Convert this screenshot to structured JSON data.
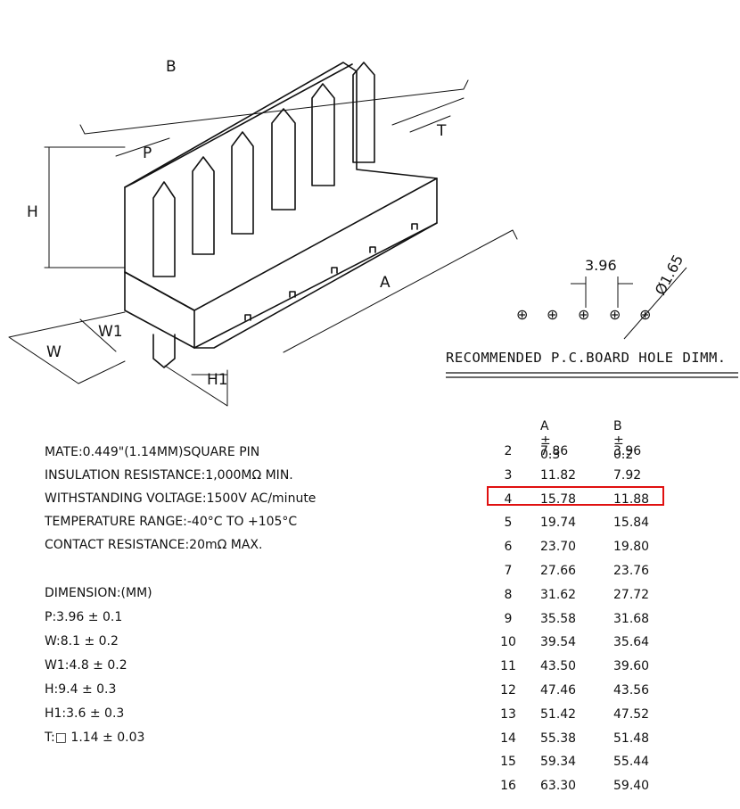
{
  "diagram": {
    "labels": {
      "B": "B",
      "P": "P",
      "T": "T",
      "H": "H",
      "A": "A",
      "W1": "W1",
      "W": "W",
      "H1": "H1"
    },
    "hole_pitch": "3.96",
    "hole_diameter": "Ø1.65",
    "hole_symbols": [
      "⊕",
      "⊕",
      "⊕",
      "⊕",
      "⊕"
    ],
    "recommended_title": "RECOMMENDED P.C.BOARD HOLE DIMM."
  },
  "specs": [
    "MATE:0.449\"(1.14MM)SQUARE PIN",
    "INSULATION RESISTANCE:1,000MΩ  MIN.",
    "WITHSTANDING VOLTAGE:1500V AC/minute",
    "TEMPERATURE RANGE:-40°C TO +105°C",
    "CONTACT RESISTANCE:20mΩ  MAX."
  ],
  "dimensions": {
    "title": "DIMENSION:(MM)",
    "items": [
      "P:3.96 ± 0.1",
      "W:8.1 ± 0.2",
      "W1:4.8 ± 0.2",
      "H:9.4 ± 0.3",
      "H1:3.6 ± 0.3",
      "T:□ 1.14 ± 0.03"
    ]
  },
  "table": {
    "headers": [
      "",
      "A ± 0.3",
      "B ± 0.2"
    ],
    "rows": [
      [
        "2",
        "7.86",
        "3.96"
      ],
      [
        "3",
        "11.82",
        "7.92"
      ],
      [
        "4",
        "15.78",
        "11.88"
      ],
      [
        "5",
        "19.74",
        "15.84"
      ],
      [
        "6",
        "23.70",
        "19.80"
      ],
      [
        "7",
        "27.66",
        "23.76"
      ],
      [
        "8",
        "31.62",
        "27.72"
      ],
      [
        "9",
        "35.58",
        "31.68"
      ],
      [
        "10",
        "39.54",
        "35.64"
      ],
      [
        "11",
        "43.50",
        "39.60"
      ],
      [
        "12",
        "47.46",
        "43.56"
      ],
      [
        "13",
        "51.42",
        "47.52"
      ],
      [
        "14",
        "55.38",
        "51.48"
      ],
      [
        "15",
        "59.34",
        "55.44"
      ],
      [
        "16",
        "63.30",
        "59.40"
      ]
    ],
    "highlighted_row": 2,
    "highlight_color": "#e01010"
  }
}
